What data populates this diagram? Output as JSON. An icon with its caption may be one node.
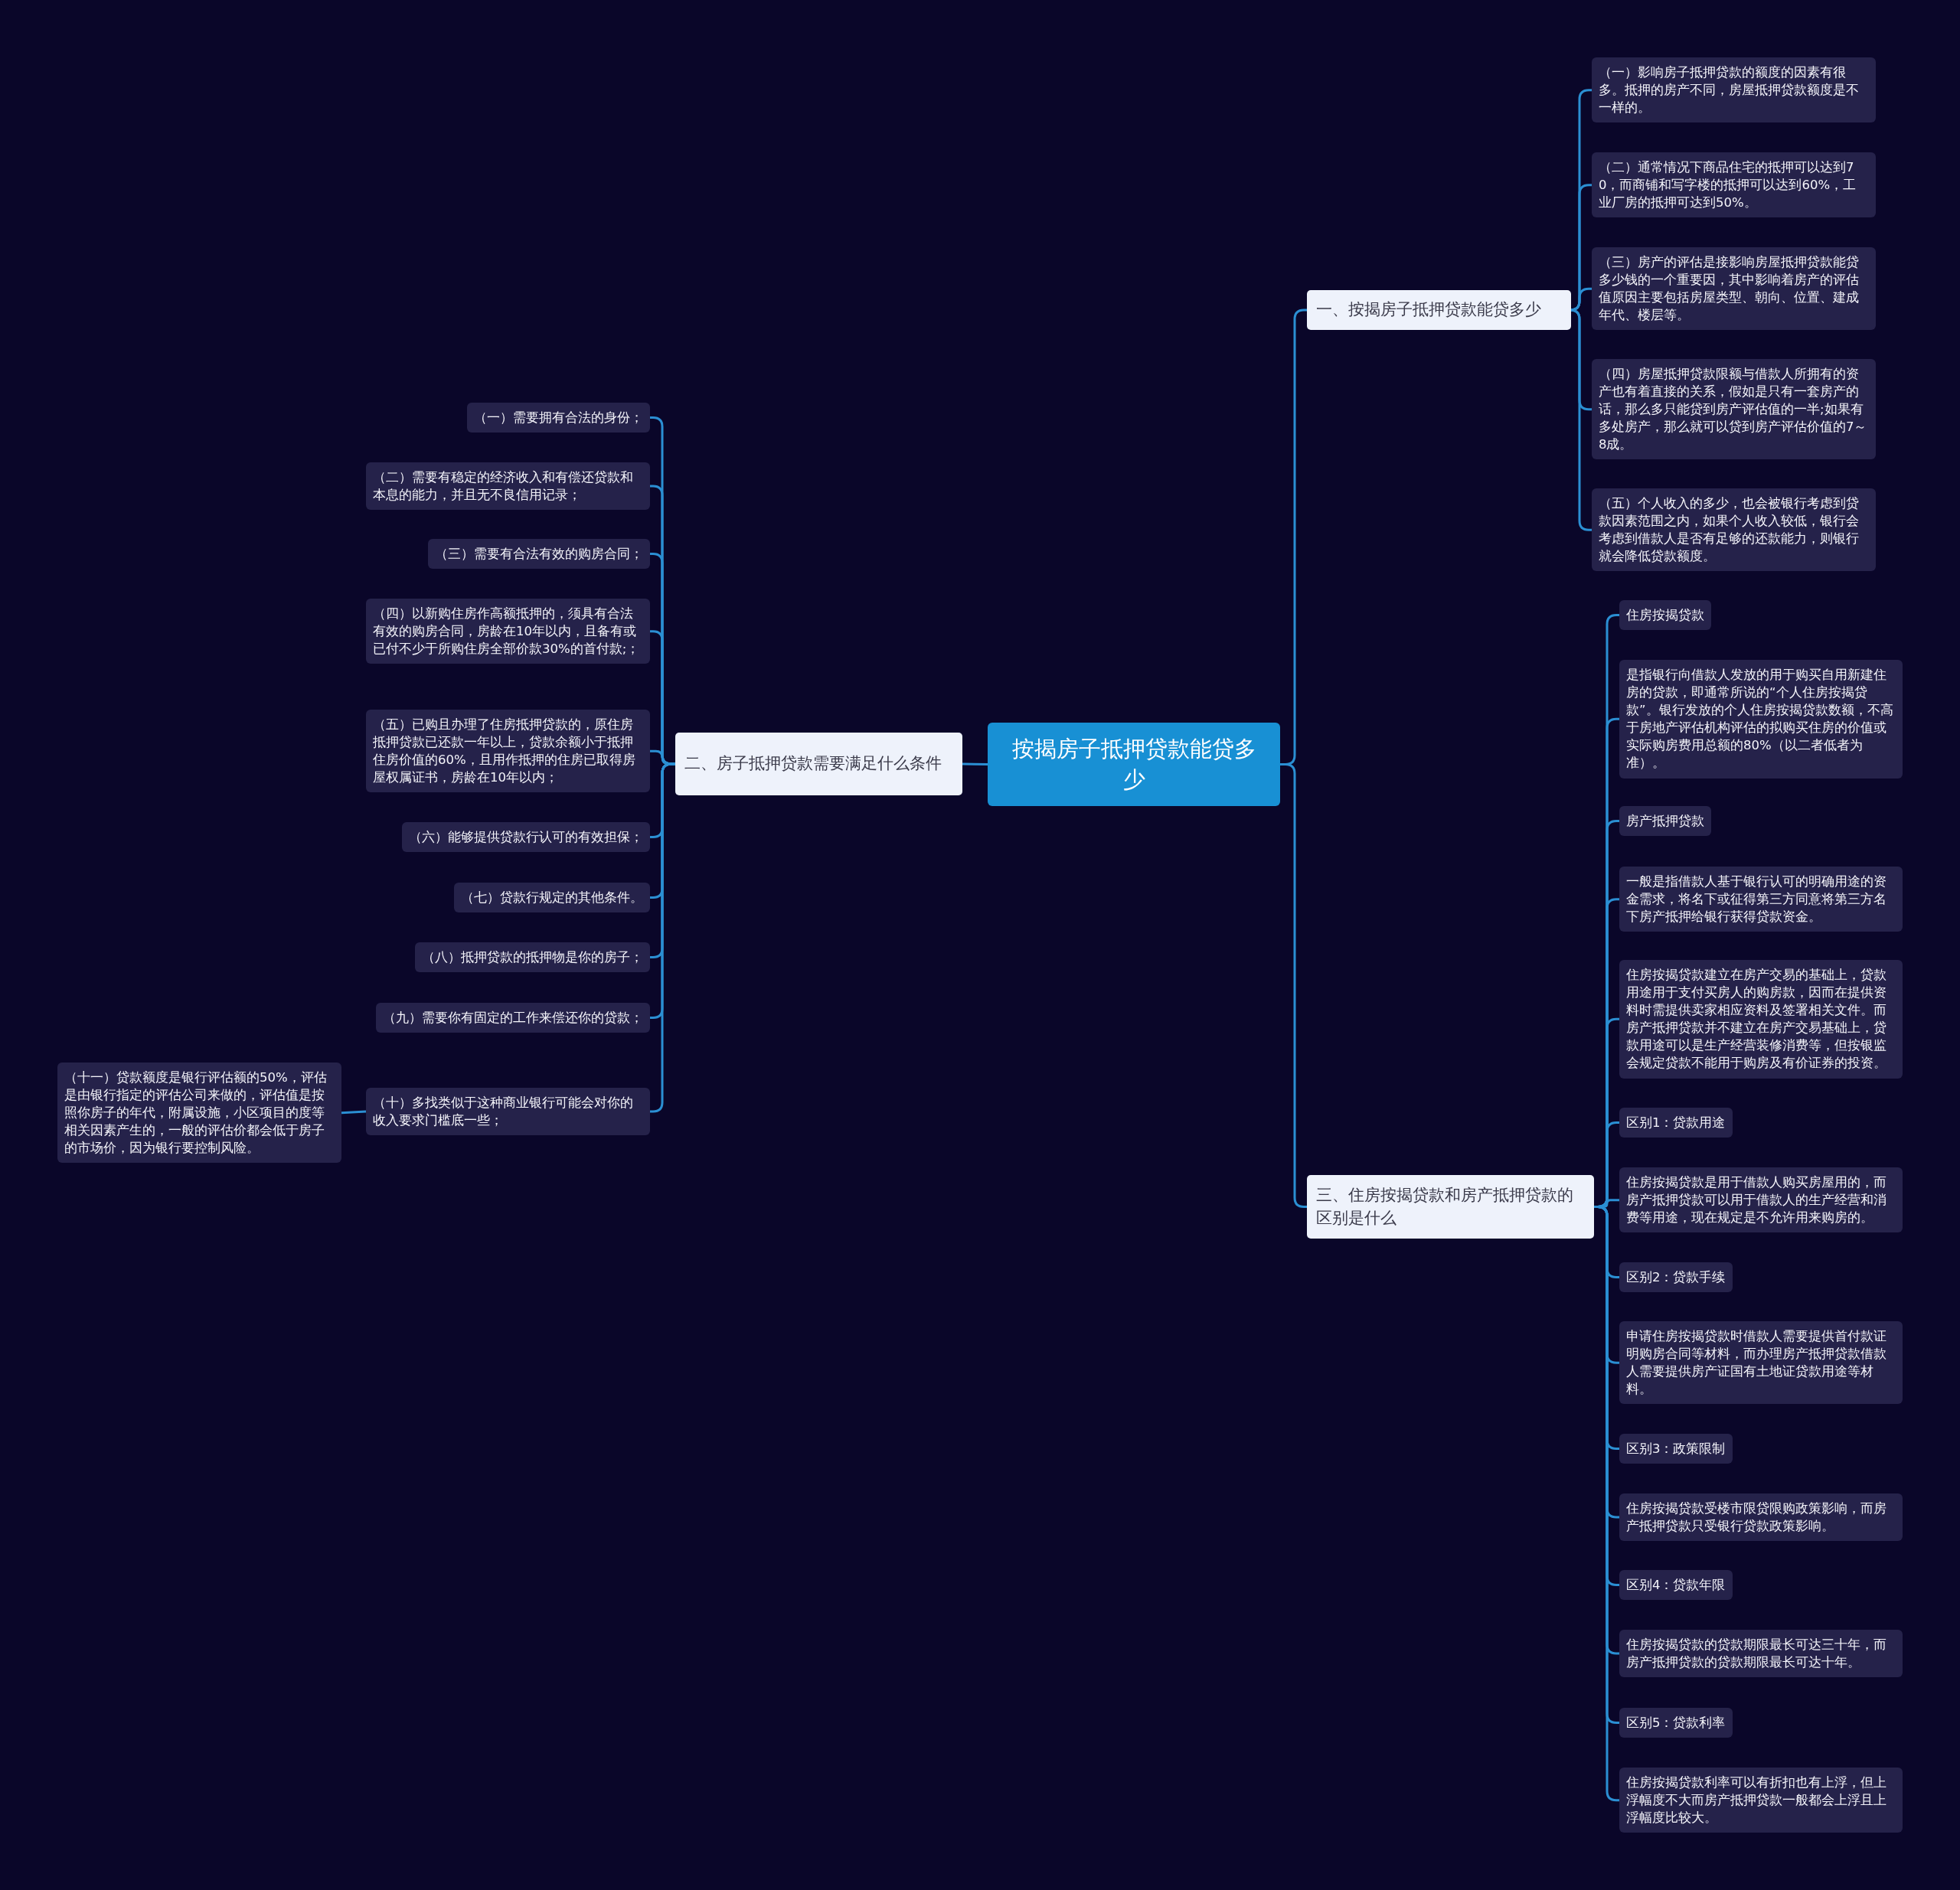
{
  "diagram": {
    "nodes": [
      {
        "text": [
          "按揭房子抵押贷款能贷多少"
        ]
      },
      {
        "text": [
          "一、按揭房子抵押贷款能贷多少"
        ]
      },
      {
        "text": [
          "（一）影响房子抵押贷款的额度的因素有很多。抵押的房产不同，房屋抵押贷款额度是不一样的。"
        ]
      },
      {
        "text": [
          "（二）通常情况下商品住宅的抵押可以达到70，而商铺和写字楼的抵押可以达到60%，工业厂房的抵押可达到50%。"
        ]
      },
      {
        "text": [
          "（三）房产的评估是接影响房屋抵押贷款能贷多少钱的一个重要因，其中影响着房产的评估值原因主要包括房屋类型、朝向、位置、建成年代、楼层等。"
        ]
      },
      {
        "text": [
          "（四）房屋抵押贷款限额与借款人所拥有的资产也有着直接的关系，假如是只有一套房产的话，那么多只能贷到房产评估值的一半;如果有多处房产，那么就可以贷到房产评估价值的7～8成。"
        ]
      },
      {
        "text": [
          "（五）个人收入的多少，也会被银行考虑到贷款因素范围之内，如果个人收入较低，银行会考虑到借款人是否有足够的还款能力，则银行就会降低贷款额度。"
        ]
      },
      {
        "text": [
          "二、房子抵押贷款需要满足什么条件"
        ]
      },
      {
        "text": [
          "（一）需要拥有合法的身份；"
        ]
      },
      {
        "text": [
          "（二）需要有稳定的经济收入和有偿还贷款和本息的能力，并且无不良信用记录；"
        ]
      },
      {
        "text": [
          "（三）需要有合法有效的购房合同；"
        ]
      },
      {
        "text": [
          "（四）以新购住房作高额抵押的，须具有合法有效的购房合同，房龄在10年以内，且备有或已付不少于所购住房全部价款30%的首付款;；"
        ]
      },
      {
        "text": [
          "（五）已购且办理了住房抵押贷款的，原住房抵押贷款已还款一年以上，贷款余额小于抵押住房价值的60%，且用作抵押的住房已取得房屋权属证书，房龄在10年以内；"
        ]
      },
      {
        "text": [
          "（六）能够提供贷款行认可的有效担保；"
        ]
      },
      {
        "text": [
          "（七）贷款行规定的其他条件。"
        ]
      },
      {
        "text": [
          "（八）抵押贷款的抵押物是你的房子；"
        ]
      },
      {
        "text": [
          "（九）需要你有固定的工作来偿还你的贷款；"
        ]
      },
      {
        "text": [
          "（十）多找类似于这种商业银行可能会对你的收入要求门槛底一些；"
        ]
      },
      {
        "text": [
          "（十一）贷款额度是银行评估额的50%，评估是由银行指定的评估公司来做的，评估值是按照你房子的年代，附属设施，小区项目的度等相关因素产生的，一般的评估价都会低于房子的市场价，因为银行要控制风险。"
        ]
      },
      {
        "text": [
          "三、住房按揭贷款和房产抵押贷款的区别是什么"
        ]
      },
      {
        "text": [
          "住房按揭贷款"
        ]
      },
      {
        "text": [
          "是指银行向借款人发放的用于购买自用新建住房的贷款，即通常所说的“个人住房按揭贷款”。银行发放的个人住房按揭贷款数额，不高于房地产评估机构评估的拟购买住房的价值或实际购房费用总额的80%（以二者低者为准）。"
        ]
      },
      {
        "text": [
          "房产抵押贷款"
        ]
      },
      {
        "text": [
          "一般是指借款人基于银行认可的明确用途的资金需求，将名下或征得第三方同意将第三方名下房产抵押给银行获得贷款资金。"
        ]
      },
      {
        "text": [
          "住房按揭贷款建立在房产交易的基础上，贷款用途用于支付买房人的购房款，因而在提供资料时需提供卖家相应资料及签署相关文件。而房产抵押贷款并不建立在房产交易基础上，贷款用途可以是生产经营装修消费等，但按银监会规定贷款不能用于购房及有价证券的投资。"
        ]
      },
      {
        "text": [
          "区别1：贷款用途"
        ]
      },
      {
        "text": [
          "住房按揭贷款是用于借款人购买房屋用的，而房产抵押贷款可以用于借款人的生产经营和消费等用途，现在规定是不允许用来购房的。"
        ]
      },
      {
        "text": [
          "区别2：贷款手续"
        ]
      },
      {
        "text": [
          "申请住房按揭贷款时借款人需要提供首付款证明购房合同等材料，而办理房产抵押贷款借款人需要提供房产证国有土地证贷款用途等材料。"
        ]
      },
      {
        "text": [
          "区别3：政策限制"
        ]
      },
      {
        "text": [
          "住房按揭贷款受楼市限贷限购政策影响，而房产抵押贷款只受银行贷款政策影响。"
        ]
      },
      {
        "text": [
          "区别4：贷款年限"
        ]
      },
      {
        "text": [
          "住房按揭贷款的贷款期限最长可达三十年，而房产抵押贷款的贷款期限最长可达十年。"
        ]
      },
      {
        "text": [
          "区别5：贷款利率"
        ]
      },
      {
        "text": [
          "住房按揭贷款利率可以有折扣也有上浮，但上浮幅度不大而房产抵押贷款一般都会上浮且上浮幅度比较大。"
        ]
      }
    ],
    "edges": [
      {
        "from": 0,
        "to": 1,
        "arrow": "none"
      },
      {
        "from": 1,
        "to": 2,
        "arrow": "none"
      },
      {
        "from": 1,
        "to": 3,
        "arrow": "none"
      },
      {
        "from": 1,
        "to": 4,
        "arrow": "none"
      },
      {
        "from": 1,
        "to": 5,
        "arrow": "none"
      },
      {
        "from": 1,
        "to": 6,
        "arrow": "none"
      },
      {
        "from": 0,
        "to": 7,
        "arrow": "none"
      },
      {
        "from": 7,
        "to": 8,
        "arrow": "none"
      },
      {
        "from": 7,
        "to": 9,
        "arrow": "none"
      },
      {
        "from": 7,
        "to": 10,
        "arrow": "none"
      },
      {
        "from": 7,
        "to": 11,
        "arrow": "none"
      },
      {
        "from": 7,
        "to": 12,
        "arrow": "none"
      },
      {
        "from": 7,
        "to": 13,
        "arrow": "none"
      },
      {
        "from": 7,
        "to": 14,
        "arrow": "none"
      },
      {
        "from": 7,
        "to": 15,
        "arrow": "none"
      },
      {
        "from": 7,
        "to": 16,
        "arrow": "none"
      },
      {
        "from": 7,
        "to": 17,
        "arrow": "none"
      },
      {
        "from": 17,
        "to": 18,
        "arrow": "none"
      },
      {
        "from": 0,
        "to": 19,
        "arrow": "none"
      },
      {
        "from": 19,
        "to": 20,
        "arrow": "none"
      },
      {
        "from": 19,
        "to": 21,
        "arrow": "none"
      },
      {
        "from": 19,
        "to": 22,
        "arrow": "none"
      },
      {
        "from": 19,
        "to": 23,
        "arrow": "none"
      },
      {
        "from": 19,
        "to": 24,
        "arrow": "none"
      },
      {
        "from": 19,
        "to": 25,
        "arrow": "none"
      },
      {
        "from": 19,
        "to": 26,
        "arrow": "none"
      },
      {
        "from": 19,
        "to": 27,
        "arrow": "none"
      },
      {
        "from": 19,
        "to": 28,
        "arrow": "none"
      },
      {
        "from": 19,
        "to": 29,
        "arrow": "none"
      },
      {
        "from": 19,
        "to": 30,
        "arrow": "none"
      },
      {
        "from": 19,
        "to": 31,
        "arrow": "none"
      },
      {
        "from": 19,
        "to": 32,
        "arrow": "none"
      },
      {
        "from": 19,
        "to": 33,
        "arrow": "none"
      },
      {
        "from": 19,
        "to": 34,
        "arrow": "none"
      }
    ]
  }
}
